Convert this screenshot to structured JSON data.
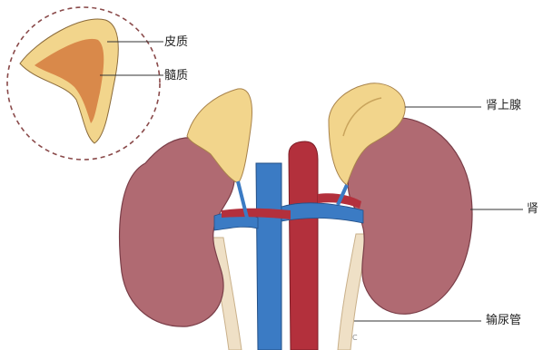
{
  "labels": {
    "cortex": "皮质",
    "medulla": "髓质",
    "adrenal_gland": "肾上腺",
    "kidney": "肾",
    "ureter": "输尿管"
  },
  "colors": {
    "kidney": "#b06a72",
    "adrenal_gland": "#f2d58c",
    "adrenal_medulla": "#d9894a",
    "vein": "#3b7bc4",
    "artery": "#b3303c",
    "ureter": "#efe0c6",
    "inset_border": "#8a4a4a",
    "leader_line": "#333333"
  },
  "copyright_mark": "C"
}
